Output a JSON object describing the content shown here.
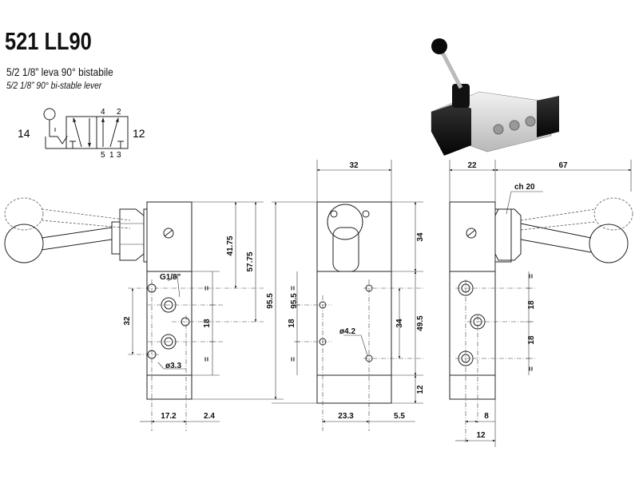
{
  "header": {
    "title": "521 LL90",
    "subtitle_it": "5/2 1/8” leva 90° bistabile",
    "subtitle_en": "5/2 1/8” 90° bi-stable lever"
  },
  "symbol": {
    "port_14": "14",
    "port_12": "12",
    "port_4": "4",
    "port_2": "2",
    "port_5": "5",
    "port_1": "1",
    "port_3": "3"
  },
  "left_view": {
    "d_41_75": "41.75",
    "d_57_75": "57.75",
    "d_95_5": "95.5",
    "d_32": "32",
    "d_18": "18",
    "eq_top": "=",
    "eq_bottom": "=",
    "thread": "G1/8\"",
    "hole": "ø3.3",
    "d_17_2": "17.2",
    "d_2_4": "2.4"
  },
  "front_view": {
    "d_32_top": "32",
    "d_34_top": "34",
    "d_95_5": "95.5",
    "d_18": "18",
    "d_34": "34",
    "d_49_5": "49.5",
    "d_12": "12",
    "eq_top": "=",
    "eq_bottom": "=",
    "hole": "ø4.2",
    "d_23_3": "23.3",
    "d_5_5": "5.5"
  },
  "right_view": {
    "d_22": "22",
    "d_67": "67",
    "wrench": "ch 20",
    "d_18_a": "18",
    "d_18_b": "18",
    "eq_top": "=",
    "eq_bottom": "=",
    "d_8": "8",
    "d_12": "12"
  }
}
